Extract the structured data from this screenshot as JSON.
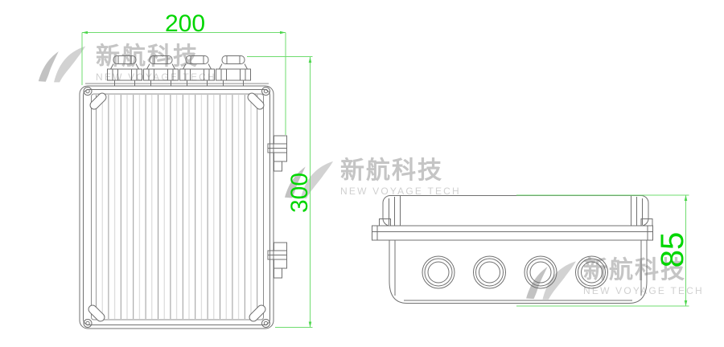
{
  "brand": {
    "cn": "新航科技",
    "en": "NEW VOYAGE TECH"
  },
  "dimensions": {
    "width": "200",
    "height": "300",
    "depth": "85"
  },
  "views": {
    "front": "enclosure front view with 4 cable glands and 2 side latches",
    "side": "enclosure side view with 4 knockout holes"
  },
  "colors": {
    "background": "#ffffff",
    "outline": "#707070",
    "rib_dark": "#9a9a9a",
    "rib_light": "#d2d2d2",
    "dimension_line": "#6fdc6f",
    "dimension_text": "#00d600",
    "watermark_cn": "#c5c5c5",
    "watermark_en": "#d0d0d0"
  }
}
